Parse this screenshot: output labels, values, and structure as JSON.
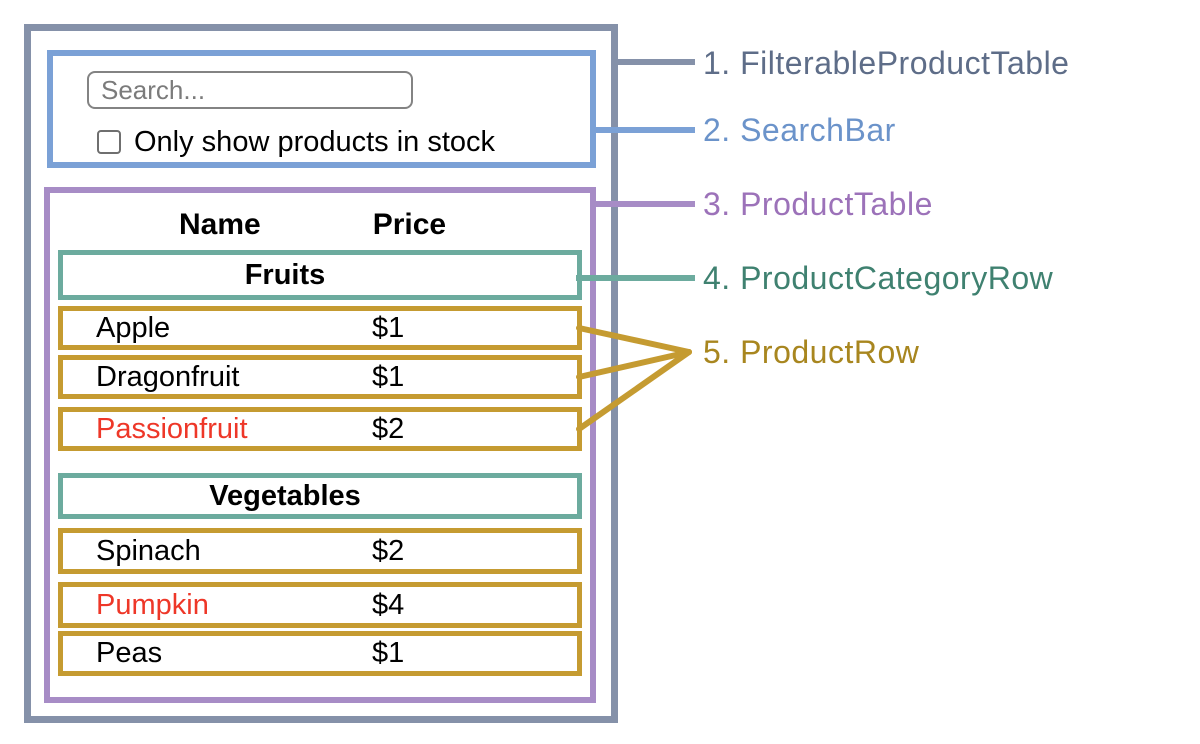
{
  "legend": {
    "items": [
      {
        "text": "1. FilterableProductTable",
        "color": "#5e6d88"
      },
      {
        "text": "2. SearchBar",
        "color": "#6b93ca"
      },
      {
        "text": "3. ProductTable",
        "color": "#9c72b9"
      },
      {
        "text": "4. ProductCategoryRow",
        "color": "#3f8170"
      },
      {
        "text": "5. ProductRow",
        "color": "#a8861f"
      }
    ]
  },
  "search_bar": {
    "placeholder": "Search...",
    "checkbox_label": "Only show products in stock",
    "checkbox_checked": false
  },
  "product_table": {
    "headers": [
      "Name",
      "Price"
    ],
    "sections": [
      {
        "category": "Fruits",
        "rows": [
          {
            "name": "Apple",
            "price": "$1",
            "name_red": false
          },
          {
            "name": "Dragonfruit",
            "price": "$1",
            "name_red": false
          },
          {
            "name": "Passionfruit",
            "price": "$2",
            "name_red": true
          }
        ]
      },
      {
        "category": "Vegetables",
        "rows": [
          {
            "name": "Spinach",
            "price": "$2",
            "name_red": false
          },
          {
            "name": "Pumpkin",
            "price": "$4",
            "name_red": true
          },
          {
            "name": "Peas",
            "price": "$1",
            "name_red": false
          }
        ]
      }
    ]
  },
  "colors": {
    "filterable_product_table_border": "#8591a9",
    "search_bar_border": "#7ba1d6",
    "product_table_border": "#a78cc6",
    "category_row_border": "#6cab9e",
    "product_row_border": "#c59b31",
    "out_of_stock_text": "#ee3728"
  }
}
